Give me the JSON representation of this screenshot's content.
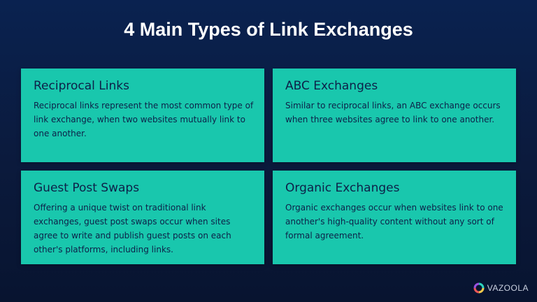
{
  "title": "4 Main Types of Link Exchanges",
  "cards": [
    {
      "title": "Reciprocal Links",
      "text": "Reciprocal links represent the most common type of link exchange, when two websites mutually link to one another."
    },
    {
      "title": "ABC Exchanges",
      "text": "Similar to reciprocal links, an ABC exchange occurs when three websites agree to link to one another."
    },
    {
      "title": "Guest Post Swaps",
      "text": "Offering a unique twist on traditional link exchanges, guest post swaps occur when sites agree to write and publish guest posts on each other's platforms, including links."
    },
    {
      "title": "Organic Exchanges",
      "text": "Organic exchanges occur when websites link to one another's high-quality content without any sort of formal agreement."
    }
  ],
  "brand": {
    "name": "VAZOOLA",
    "icon": "vazoola-logo-icon"
  },
  "colors": {
    "background": "#0b1a3c",
    "card": "#19c7ad",
    "card_text": "#0d2048",
    "title_text": "#ffffff"
  }
}
